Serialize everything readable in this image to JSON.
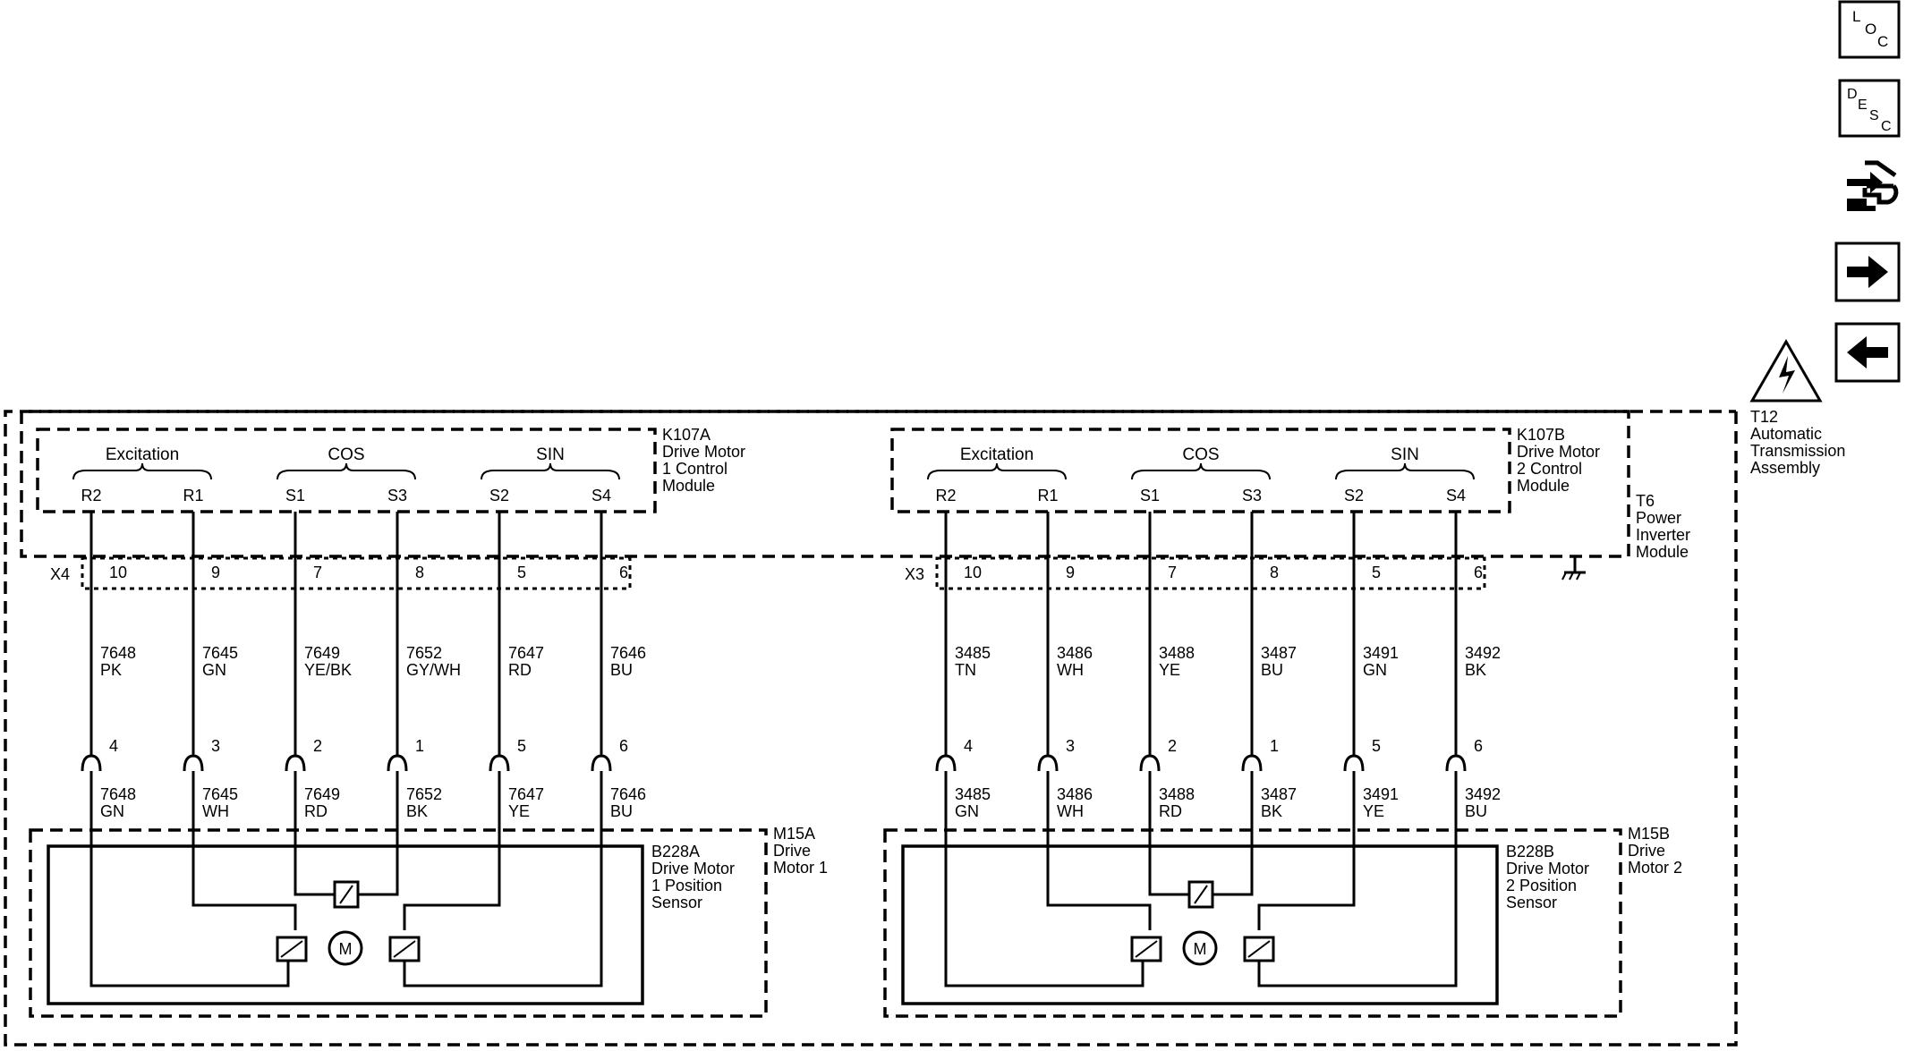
{
  "nav": {
    "loc": {
      "l1": "L",
      "l2": "O",
      "l3": "C"
    },
    "desc": {
      "l1": "D",
      "l2": "E",
      "l3": "S",
      "l4": "C"
    }
  },
  "warning": {
    "lines": [
      "T12",
      "Automatic",
      "Transmission",
      "Assembly"
    ]
  },
  "t6": {
    "lines": [
      "T6",
      "Power",
      "Inverter",
      "Module"
    ]
  },
  "modules": [
    {
      "id": "k107a",
      "name_lines": [
        "K107A",
        "Drive Motor",
        "1 Control",
        "Module"
      ],
      "connector": "X4",
      "groups": [
        "Excitation",
        "COS",
        "SIN"
      ],
      "terms": [
        "R2",
        "R1",
        "S1",
        "S3",
        "S2",
        "S4"
      ],
      "pins_top": [
        "10",
        "9",
        "7",
        "8",
        "5",
        "6"
      ],
      "circuits_top": [
        "7648",
        "7645",
        "7649",
        "7652",
        "7647",
        "7646"
      ],
      "colors_top": [
        "PK",
        "GN",
        "YE/BK",
        "GY/WH",
        "RD",
        "BU"
      ],
      "pins_bot": [
        "4",
        "3",
        "2",
        "1",
        "5",
        "6"
      ],
      "circuits_bot": [
        "7648",
        "7645",
        "7649",
        "7652",
        "7647",
        "7646"
      ],
      "colors_bot": [
        "GN",
        "WH",
        "RD",
        "BK",
        "YE",
        "BU"
      ],
      "motor_lines": [
        "M15A",
        "Drive",
        "Motor 1"
      ],
      "sensor_lines": [
        "B228A",
        "Drive Motor",
        "1 Position",
        "Sensor"
      ],
      "motor_symbol": "M"
    },
    {
      "id": "k107b",
      "name_lines": [
        "K107B",
        "Drive Motor",
        "2 Control",
        "Module"
      ],
      "connector": "X3",
      "groups": [
        "Excitation",
        "COS",
        "SIN"
      ],
      "terms": [
        "R2",
        "R1",
        "S1",
        "S3",
        "S2",
        "S4"
      ],
      "pins_top": [
        "10",
        "9",
        "7",
        "8",
        "5",
        "6"
      ],
      "circuits_top": [
        "3485",
        "3486",
        "3488",
        "3487",
        "3491",
        "3492"
      ],
      "colors_top": [
        "TN",
        "WH",
        "YE",
        "BU",
        "GN",
        "BK"
      ],
      "pins_bot": [
        "4",
        "3",
        "2",
        "1",
        "5",
        "6"
      ],
      "circuits_bot": [
        "3485",
        "3486",
        "3488",
        "3487",
        "3491",
        "3492"
      ],
      "colors_bot": [
        "GN",
        "WH",
        "RD",
        "BK",
        "YE",
        "BU"
      ],
      "motor_lines": [
        "M15B",
        "Drive",
        "Motor 2"
      ],
      "sensor_lines": [
        "B228B",
        "Drive Motor",
        "2 Position",
        "Sensor"
      ],
      "motor_symbol": "M"
    }
  ]
}
